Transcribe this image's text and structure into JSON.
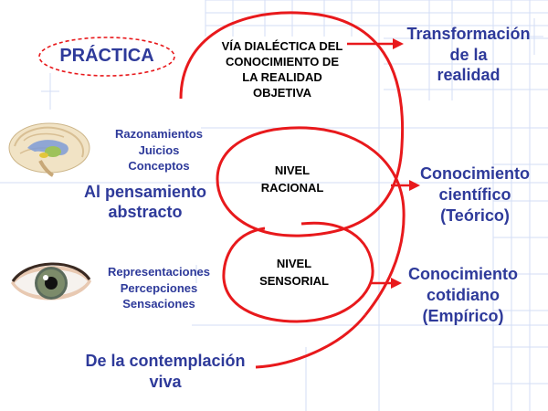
{
  "center_title": [
    "VÍA DIALÉCTICA DEL",
    "CONOCIMIENTO  DE",
    "LA REALIDAD",
    "OBJETIVA"
  ],
  "practica": "PRÁCTICA",
  "transformacion": [
    "Transformación",
    "de la",
    "realidad"
  ],
  "pensamiento_items": [
    "Razonamientos",
    "Juicios",
    "Conceptos"
  ],
  "pensamiento": [
    "Al pensamiento",
    "abstracto"
  ],
  "nivel_racional": [
    "NIVEL",
    "RACIONAL"
  ],
  "conocimiento_cientifico": [
    "Conocimiento",
    "científico",
    "(Teórico)"
  ],
  "sensorial_items": [
    "Representaciones",
    "Percepciones",
    "Sensaciones"
  ],
  "nivel_sensorial": [
    "NIVEL",
    "SENSORIAL"
  ],
  "conocimiento_cotidiano": [
    "Conocimiento",
    "cotidiano",
    "(Empírico)"
  ],
  "contemplacion": [
    "De la contemplación",
    "viva"
  ],
  "colors": {
    "text_blue": "#2e3a9a",
    "spiral_red": "#e8191c",
    "grid": "#c9d6f2",
    "ellipse_border": "#e8191c"
  },
  "icons": {
    "brain": "brain-icon",
    "eye": "eye-icon"
  }
}
